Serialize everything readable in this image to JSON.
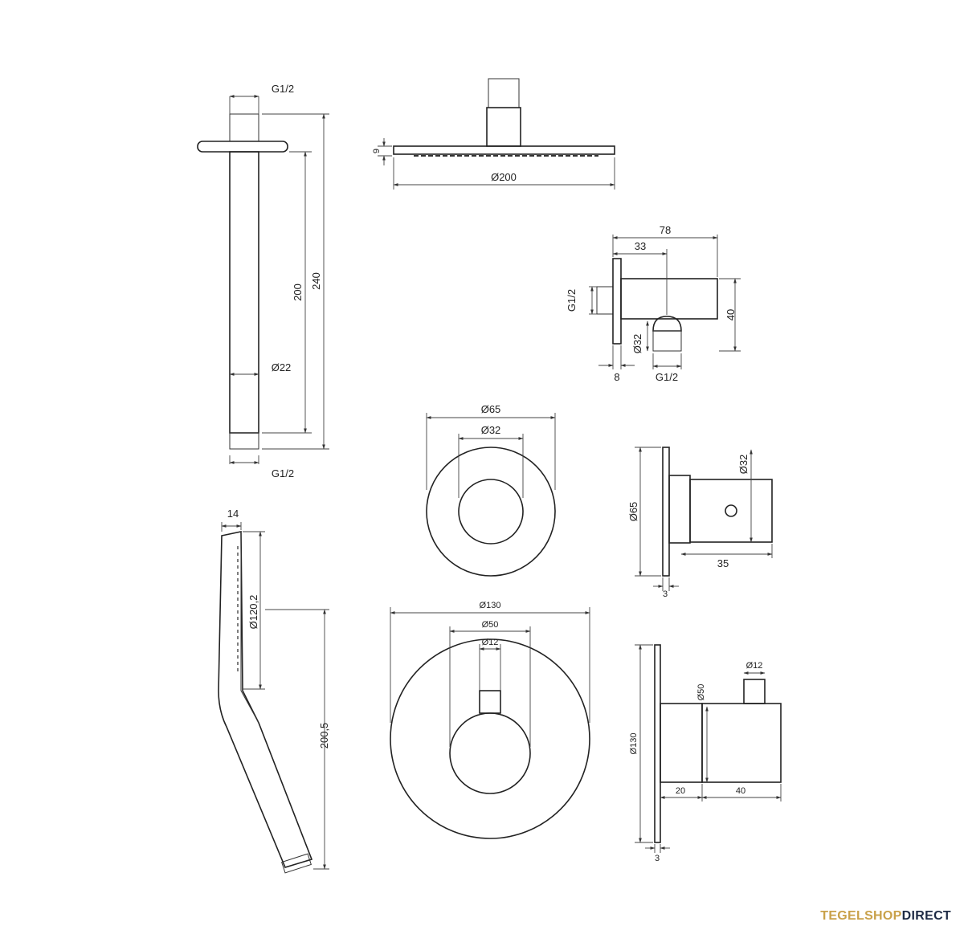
{
  "dimensions": {
    "arm_top_thread": "G1/2",
    "arm_length_200": "200",
    "arm_length_240": "240",
    "arm_diameter": "Ø22",
    "arm_bottom_thread": "G1/2",
    "head_height": "9",
    "head_diameter": "Ø200",
    "elbow_total": "78",
    "elbow_offset": "33",
    "elbow_inlet_thread": "G1/2",
    "elbow_height": "40",
    "elbow_outlet_diameter": "Ø32",
    "elbow_plate": "8",
    "elbow_outlet_thread": "G1/2",
    "rosette_small_outer": "Ø65",
    "rosette_small_inner": "Ø32",
    "knob_side_plate": "Ø65",
    "knob_side_diameter": "Ø32",
    "knob_side_length": "35",
    "knob_side_plate_thickness": "3",
    "hand_width": "14",
    "hand_head_diameter": "Ø120,2",
    "hand_length": "200,5",
    "rosette_large_outer": "Ø130",
    "rosette_large_knob": "Ø50",
    "rosette_large_spindle": "Ø12",
    "mixer_spindle": "Ø12",
    "mixer_knob_diameter": "Ø50",
    "mixer_plate": "Ø130",
    "mixer_offset": "20",
    "mixer_knob_length": "40",
    "mixer_plate_thickness": "3"
  },
  "brand": {
    "part1": "TEGELSHOP",
    "part2": "DIRECT",
    "color1": "#c9a14a",
    "color2": "#1d2a44"
  }
}
